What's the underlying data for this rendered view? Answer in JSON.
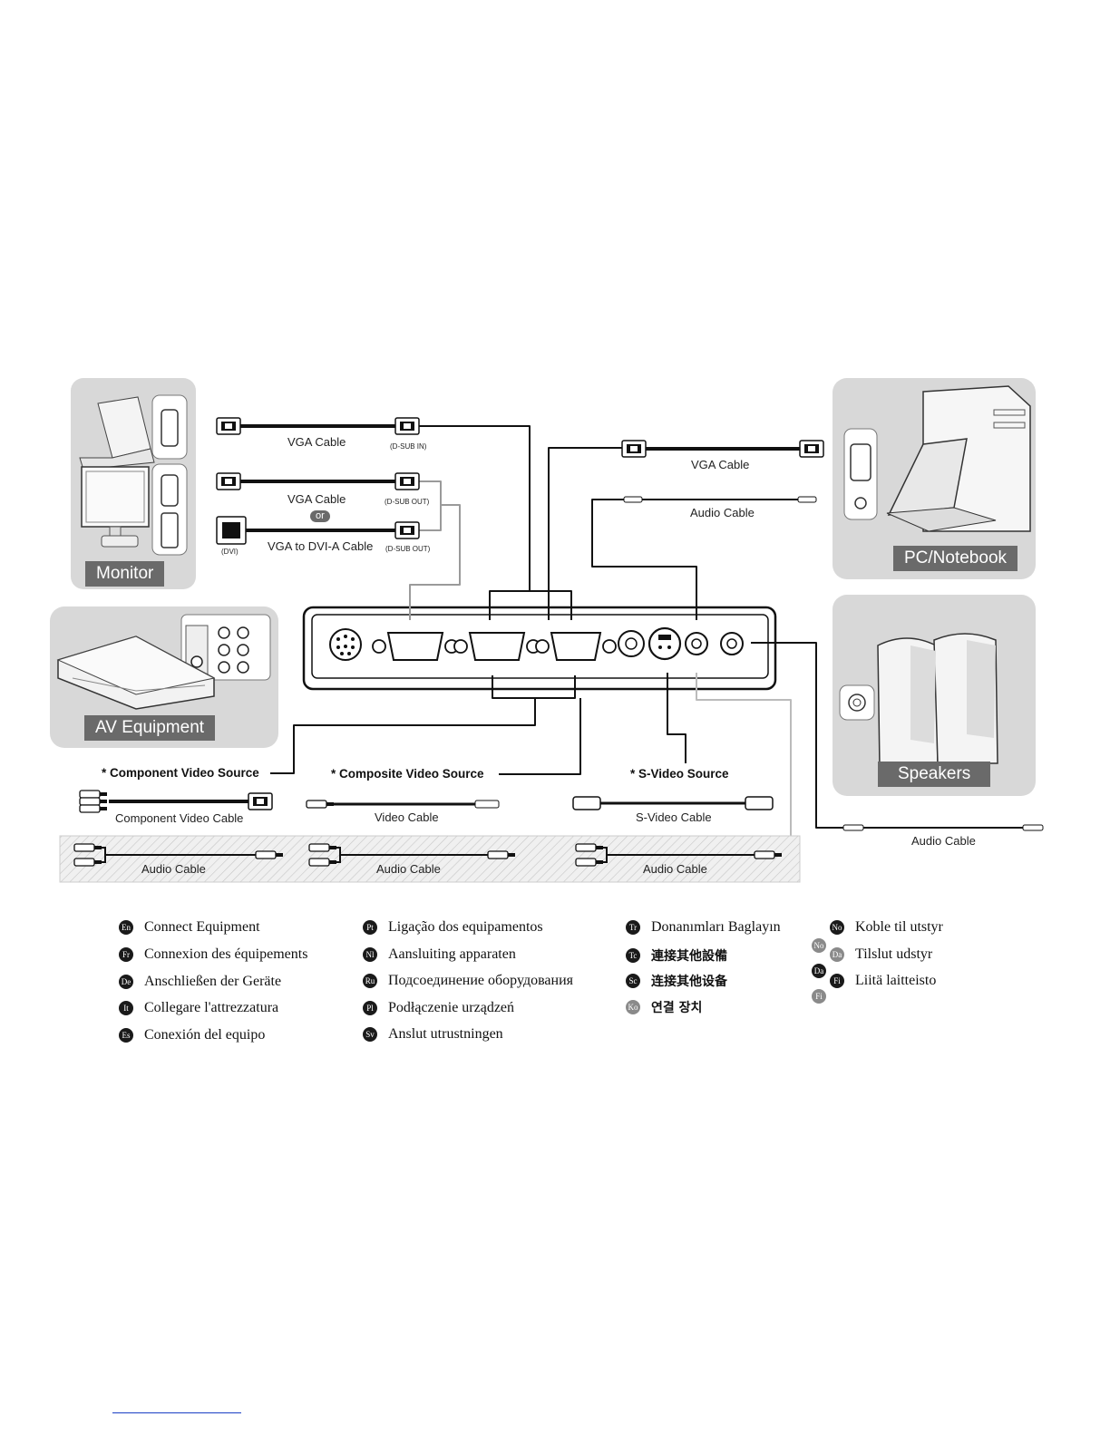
{
  "devices": {
    "monitor": "Monitor",
    "pc_notebook": "PC/Notebook",
    "av_equipment": "AV Equipment",
    "speakers": "Speakers"
  },
  "cables": {
    "vga_dsub_in": {
      "label": "VGA  Cable",
      "note": "(D-SUB IN)"
    },
    "vga_dsub_out": {
      "label": "VGA  Cable",
      "note": "(D-SUB OUT)"
    },
    "or": "or",
    "dvi": {
      "label": "VGA to DVI-A Cable",
      "note": "(D-SUB OUT)",
      "end_note": "(DVI)"
    },
    "vga_pc": "VGA  Cable",
    "audio_pc": "Audio Cable",
    "audio_speakers": "Audio Cable",
    "component": "Component Video Cable",
    "video": "Video Cable",
    "svideo": "S-Video Cable",
    "audio_1": "Audio Cable",
    "audio_2": "Audio Cable",
    "audio_3": "Audio Cable"
  },
  "sources": {
    "component": "* Component Video Source",
    "composite": "* Composite Video Source",
    "svideo": "* S-Video Source"
  },
  "languages": [
    {
      "code": "En",
      "text": "Connect Equipment"
    },
    {
      "code": "Fr",
      "text": "Connexion des équipements"
    },
    {
      "code": "De",
      "text": "Anschließen der Geräte"
    },
    {
      "code": "It",
      "text": "Collegare l'attrezzatura"
    },
    {
      "code": "Es",
      "text": "Conexión del equipo"
    },
    {
      "code": "Pt",
      "text": "Ligação dos equipamentos"
    },
    {
      "code": "Nl",
      "text": "Aansluiting apparaten"
    },
    {
      "code": "Ru",
      "text": "Подсоединение оборудования"
    },
    {
      "code": "Pl",
      "text": "Podłączenie urządzeń"
    },
    {
      "code": "Sv",
      "text": "Anslut utrustningen"
    },
    {
      "code": "Tr",
      "text": "Donanımları Baglayın"
    },
    {
      "code": "Tc",
      "text": "連接其他設備"
    },
    {
      "code": "Sc",
      "text": "连接其他设备"
    },
    {
      "code": "Ko",
      "text": "연결 장치"
    },
    {
      "code": "No",
      "text": "Koble til utstyr"
    },
    {
      "code": "Da",
      "text": "Tilslut udstyr"
    },
    {
      "code": "Fi",
      "text": "Liitä laitteisto"
    }
  ],
  "floating_badges": [
    "No",
    "Da",
    "Fi"
  ]
}
